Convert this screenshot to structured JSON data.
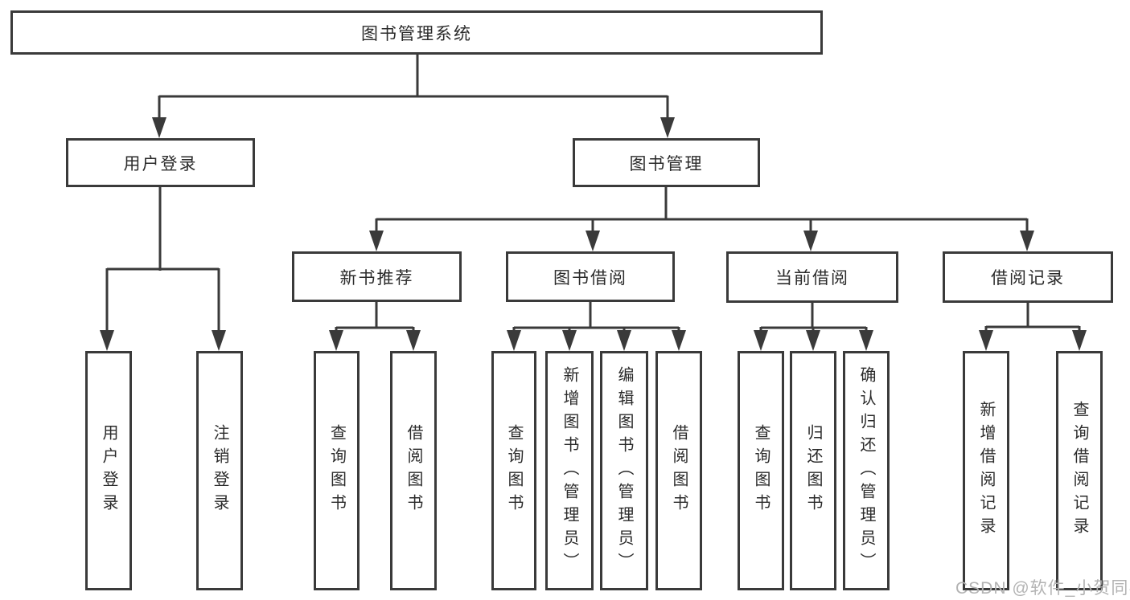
{
  "diagram": {
    "type": "hierarchy-tree",
    "title": "图书管理系统",
    "nodes": {
      "root": "图书管理系统",
      "user_login": "用户登录",
      "book_mgmt": "图书管理",
      "user_login_detail": "用户登录",
      "logout": "注销登录",
      "new_book_rec": "新书推荐",
      "book_borrow": "图书借阅",
      "current_borrow": "当前借阅",
      "borrow_record": "借阅记录",
      "query_book_rec": "查询图书",
      "borrow_book_rec": "借阅图书",
      "query_book_borrow": "查询图书",
      "add_book_admin": "新增图书（管理员）",
      "edit_book_admin": "编辑图书（管理员）",
      "borrow_book_borrow": "借阅图书",
      "query_book_current": "查询图书",
      "return_book": "归还图书",
      "confirm_return_admin": "确认归还（管理员）",
      "add_borrow_record": "新增借阅记录",
      "query_borrow_record": "查询借阅记录"
    },
    "hierarchy": {
      "图书管理系统": {
        "用户登录": [
          "用户登录",
          "注销登录"
        ],
        "图书管理": {
          "新书推荐": [
            "查询图书",
            "借阅图书"
          ],
          "图书借阅": [
            "查询图书",
            "新增图书（管理员）",
            "编辑图书（管理员）",
            "借阅图书"
          ],
          "当前借阅": [
            "查询图书",
            "归还图书",
            "确认归还（管理员）"
          ],
          "借阅记录": [
            "新增借阅记录",
            "查询借阅记录"
          ]
        }
      }
    },
    "colors": {
      "line": "#3a3a3a",
      "text": "#2b2b2b",
      "background": "#ffffff",
      "watermark": "#b3b3b3"
    }
  },
  "watermark": "CSDN @软件_小贺同学"
}
